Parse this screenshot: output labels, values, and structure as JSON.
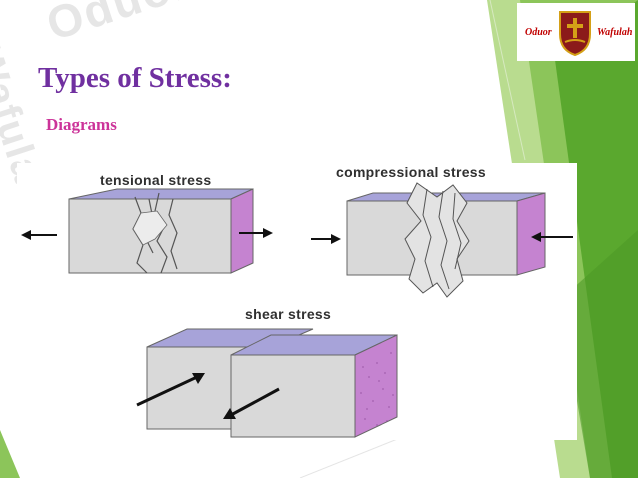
{
  "slide": {
    "title": "Types of Stress:",
    "subtitle": "Diagrams",
    "watermark_top": "Oduor",
    "watermark_side": "Wafula."
  },
  "logo": {
    "left_text": "Oduor",
    "right_text": "Wafulah"
  },
  "diagram": {
    "tensional_label": "tensional stress",
    "compressional_label": "compressional stress",
    "shear_label": "shear stress"
  },
  "theme": {
    "title_color": "#7030a0",
    "subtitle_color": "#cc3399",
    "accent_green": "#6bb33a",
    "block_front": "#d9d9d9",
    "block_top": "#a7a3d9",
    "block_side": "#c583d0"
  }
}
